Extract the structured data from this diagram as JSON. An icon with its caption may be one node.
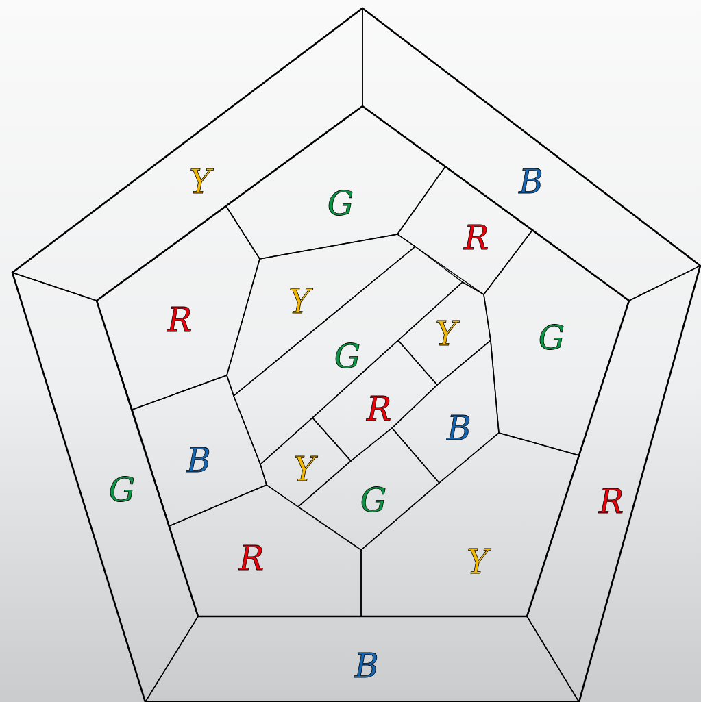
{
  "diagram": {
    "nodes": [
      {
        "text": [
          "Y"
        ]
      },
      {
        "text": [
          "B"
        ]
      },
      {
        "text": [
          "G"
        ]
      },
      {
        "text": [
          "R"
        ]
      },
      {
        "text": [
          "Y"
        ]
      },
      {
        "text": [
          "R"
        ]
      },
      {
        "text": [
          "Y"
        ]
      },
      {
        "text": [
          "G"
        ]
      },
      {
        "text": [
          "G"
        ]
      },
      {
        "text": [
          "R"
        ]
      },
      {
        "text": [
          "B"
        ]
      },
      {
        "text": [
          "B"
        ]
      },
      {
        "text": [
          "Y"
        ]
      },
      {
        "text": [
          "G"
        ]
      },
      {
        "text": [
          "G"
        ]
      },
      {
        "text": [
          "R"
        ]
      },
      {
        "text": [
          "R"
        ]
      },
      {
        "text": [
          "Y"
        ]
      },
      {
        "text": [
          "B"
        ]
      }
    ]
  }
}
